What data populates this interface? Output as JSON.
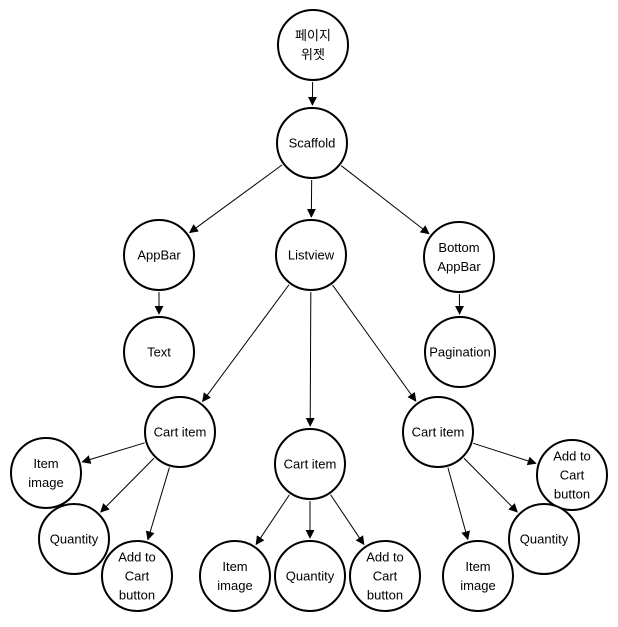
{
  "nodes": [
    {
      "id": "page-widget",
      "lines": [
        "페이지",
        "위젯"
      ]
    },
    {
      "id": "scaffold",
      "lines": [
        "Scaffold"
      ]
    },
    {
      "id": "appbar",
      "lines": [
        "AppBar"
      ]
    },
    {
      "id": "listview",
      "lines": [
        "Listview"
      ]
    },
    {
      "id": "bottom-appbar",
      "lines": [
        "Bottom",
        "AppBar"
      ]
    },
    {
      "id": "text",
      "lines": [
        "Text"
      ]
    },
    {
      "id": "pagination",
      "lines": [
        "Pagination"
      ]
    },
    {
      "id": "cart-item-left",
      "lines": [
        "Cart item"
      ]
    },
    {
      "id": "cart-item-middle",
      "lines": [
        "Cart item"
      ]
    },
    {
      "id": "cart-item-right",
      "lines": [
        "Cart item"
      ]
    },
    {
      "id": "item-image-left",
      "lines": [
        "Item",
        "image"
      ]
    },
    {
      "id": "quantity-left",
      "lines": [
        "Quantity"
      ]
    },
    {
      "id": "add-to-cart-left",
      "lines": [
        "Add to",
        "Cart",
        "button"
      ]
    },
    {
      "id": "item-image-middle",
      "lines": [
        "Item",
        "image"
      ]
    },
    {
      "id": "quantity-middle",
      "lines": [
        "Quantity"
      ]
    },
    {
      "id": "add-to-cart-middle",
      "lines": [
        "Add to",
        "Cart",
        "button"
      ]
    },
    {
      "id": "add-to-cart-right",
      "lines": [
        "Add to",
        "Cart",
        "button"
      ]
    },
    {
      "id": "quantity-right",
      "lines": [
        "Quantity"
      ]
    },
    {
      "id": "item-image-right",
      "lines": [
        "Item",
        "image"
      ]
    }
  ],
  "edges": [
    [
      "page-widget",
      "scaffold"
    ],
    [
      "scaffold",
      "appbar"
    ],
    [
      "scaffold",
      "listview"
    ],
    [
      "scaffold",
      "bottom-appbar"
    ],
    [
      "appbar",
      "text"
    ],
    [
      "bottom-appbar",
      "pagination"
    ],
    [
      "listview",
      "cart-item-left"
    ],
    [
      "listview",
      "cart-item-middle"
    ],
    [
      "listview",
      "cart-item-right"
    ],
    [
      "cart-item-left",
      "item-image-left"
    ],
    [
      "cart-item-left",
      "quantity-left"
    ],
    [
      "cart-item-left",
      "add-to-cart-left"
    ],
    [
      "cart-item-middle",
      "item-image-middle"
    ],
    [
      "cart-item-middle",
      "quantity-middle"
    ],
    [
      "cart-item-middle",
      "add-to-cart-middle"
    ],
    [
      "cart-item-right",
      "add-to-cart-right"
    ],
    [
      "cart-item-right",
      "quantity-right"
    ],
    [
      "cart-item-right",
      "item-image-right"
    ]
  ]
}
